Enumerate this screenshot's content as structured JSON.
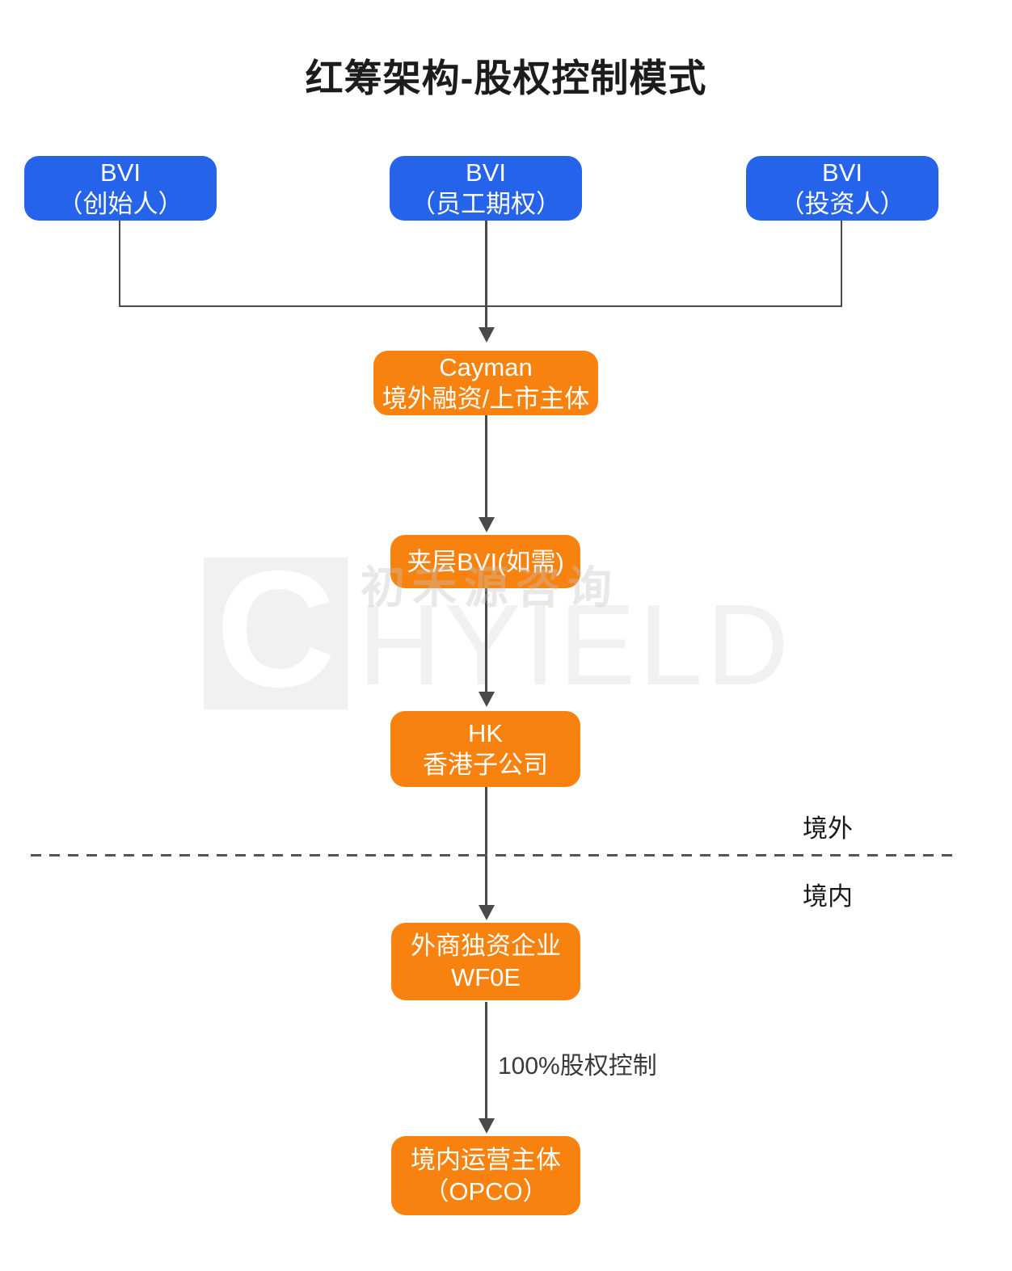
{
  "title": "红筹架构-股权控制模式",
  "colors": {
    "blue": "#2563eb",
    "orange": "#f8820f",
    "line": "#4a4a4a"
  },
  "nodes": {
    "bvi_founder": {
      "line1": "BVI",
      "line2": "（创始人）"
    },
    "bvi_esop": {
      "line1": "BVI",
      "line2": "（员工期权）"
    },
    "bvi_investor": {
      "line1": "BVI",
      "line2": "（投资人）"
    },
    "cayman": {
      "line1": "Cayman",
      "line2": "境外融资/上市主体"
    },
    "mezz_bvi": {
      "line1": "夹层BVI(如需)"
    },
    "hk": {
      "line1": "HK",
      "line2": "香港子公司"
    },
    "wfoe": {
      "line1": "外商独资企业",
      "line2": "WF0E"
    },
    "opco": {
      "line1": "境内运营主体",
      "line2": "（OPCO）"
    }
  },
  "labels": {
    "offshore": "境外",
    "onshore": "境内",
    "equity_control": "100%股权控制"
  },
  "watermark": {
    "logo_letter": "C",
    "brand": "HYIELD",
    "cn_text": "初禾源咨询"
  }
}
